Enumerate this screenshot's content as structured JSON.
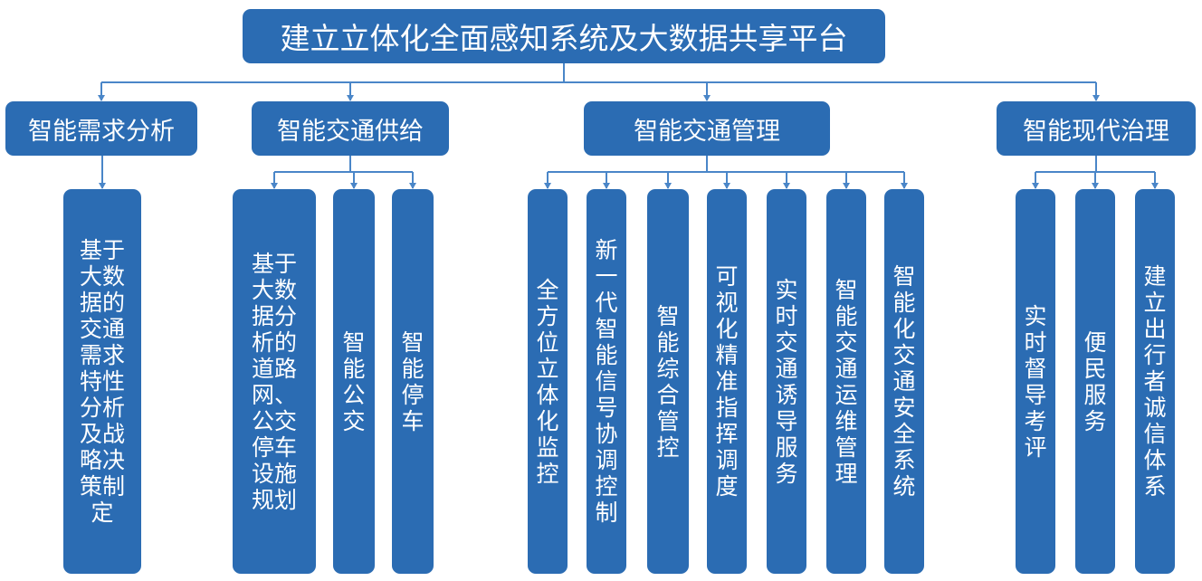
{
  "root": {
    "label": "建立立体化全面感知系统及大数据共享平台"
  },
  "colors": {
    "box_fill": "#2b6cb3",
    "connector": "#4a86c8",
    "text": "#ffffff"
  },
  "categories": [
    {
      "label": "智能需求分析",
      "children": [
        {
          "label": "基于大数据的交通需求特性分析及战略决策制定",
          "lines": [
            "基于",
            "大数",
            "据的",
            "交通",
            "需求",
            "特性",
            "分析",
            "及战",
            "略决",
            "策制",
            "定"
          ]
        }
      ]
    },
    {
      "label": "智能交通供给",
      "children": [
        {
          "label": "基于大数据分析的道路网、公交停车设施规划",
          "lines": [
            "基于",
            "大数",
            "据分",
            "析的",
            "道路",
            "网、",
            "公交",
            "停车",
            "设施",
            "规划"
          ]
        },
        {
          "label": "智能公交",
          "lines": [
            "智",
            "能",
            "公",
            "交"
          ]
        },
        {
          "label": "智能停车",
          "lines": [
            "智",
            "能",
            "停",
            "车"
          ]
        }
      ]
    },
    {
      "label": "智能交通管理",
      "children": [
        {
          "label": "全方位立体化监控",
          "lines": [
            "全",
            "方",
            "位",
            "立",
            "体",
            "化",
            "监",
            "控"
          ]
        },
        {
          "label": "新一代智能信号协调控制",
          "lines": [
            "新",
            "一",
            "代",
            "智",
            "能",
            "信",
            "号",
            "协",
            "调",
            "控",
            "制"
          ]
        },
        {
          "label": "智能综合管控",
          "lines": [
            "智",
            "能",
            "综",
            "合",
            "管",
            "控"
          ]
        },
        {
          "label": "可视化精准指挥调度",
          "lines": [
            "可",
            "视",
            "化",
            "精",
            "准",
            "指",
            "挥",
            "调",
            "度"
          ]
        },
        {
          "label": "实时交通诱导服务",
          "lines": [
            "实",
            "时",
            "交",
            "通",
            "诱",
            "导",
            "服",
            "务"
          ]
        },
        {
          "label": "智能交通运维管理",
          "lines": [
            "智",
            "能",
            "交",
            "通",
            "运",
            "维",
            "管",
            "理"
          ]
        },
        {
          "label": "智能化交通安全系统",
          "lines": [
            "智",
            "能",
            "化",
            "交",
            "通",
            "安",
            "全",
            "系",
            "统"
          ]
        }
      ]
    },
    {
      "label": "智能现代治理",
      "children": [
        {
          "label": "实时督导考评",
          "lines": [
            "实",
            "时",
            "督",
            "导",
            "考",
            "评"
          ]
        },
        {
          "label": "便民服务",
          "lines": [
            "便",
            "民",
            "服",
            "务"
          ]
        },
        {
          "label": "建立出行者诚信体系",
          "lines": [
            "建",
            "立",
            "出",
            "行",
            "者",
            "诚",
            "信",
            "体",
            "系"
          ]
        }
      ]
    }
  ]
}
